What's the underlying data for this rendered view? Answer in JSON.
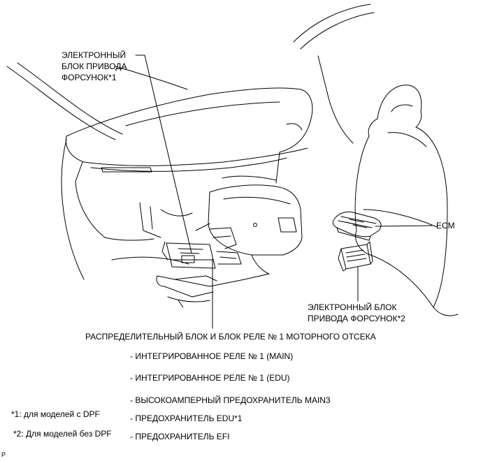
{
  "labels": {
    "edu1_line1": "ЭЛЕКТРОННЫЙ",
    "edu1_line2": "БЛОК ПРИВОДА",
    "edu1_line3": "ФОРСУНОК*1",
    "ecm": "ECM",
    "edu2_line1": "ЭЛЕКТРОННЫЙ БЛОК",
    "edu2_line2": "ПРИВОДА ФОРСУНОК*2",
    "relay_block": "РАСПРЕДЕЛИТЕЛЬНЫЙ БЛОК И БЛОК РЕЛЕ № 1 МОТОРНОГО ОТСЕКА"
  },
  "components": [
    "- ИНТЕГРИРОВАННОЕ РЕЛЕ № 1 (MAIN)",
    "- ИНТЕГРИРОВАННОЕ РЕЛЕ № 1 (EDU)",
    "- ВЫСОКОАМПЕРНЫЙ ПРЕДОХРАНИТЕЛЬ MAIN3",
    "- ПРЕДОХРАНИТЕЛЬ EDU*1",
    "- ПРЕДОХРАНИТЕЛЬ EFI"
  ],
  "footnotes": [
    "*1: для моделей с DPF",
    "*2: Для моделей без DPF"
  ],
  "figure_code": "P",
  "colors": {
    "line": "#000000",
    "background": "#ffffff"
  }
}
